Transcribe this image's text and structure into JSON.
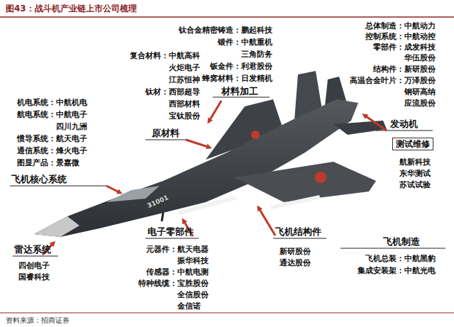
{
  "diagram": {
    "title": "图43：战斗机产业链上市公司梳理",
    "caption": "资料来源：招商证券",
    "labels": [
      "钛合金精密铸造：鹏起科技",
      "锻件：中航重机",
      "三角防务",
      "钣金件：利君股份",
      "蜂窝材料：日发精机",
      "材料加工",
      "总体制造：中航动力",
      "控制系统：中航动控",
      "零部件：成发科技",
      "华伍股份",
      "结构件：新研股份",
      "高温合金叶片：万泽股份",
      "钢研高纳",
      "应流股份",
      "发动机",
      "复合材料：中航高科",
      "火炬电子",
      "江苏恒神",
      "钛材：西部超导",
      "西部材料",
      "宝钛股份",
      "原材料",
      "机电系统：中航机电",
      "航电系统：中航电子",
      "四川九洲",
      "惯导系统：航天电子",
      "通信系统：烽火电子",
      "图显产品：景嘉微",
      "飞机核心系统",
      "测试维修",
      "航新科技",
      "东华测试",
      "苏试试验",
      "雷达系统",
      "四创电子",
      "国睿科技",
      "电子零部件",
      "元器件：航天电器",
      "振华科技",
      "传感器：中航电测",
      "特种线缆：宝胜股份",
      "全信股份",
      "金信诺",
      "飞机结构件",
      "新研股份",
      "通达股份",
      "飞机制造",
      "飞机总装：中航黑豹",
      "集成安装架：中航光电",
      "31001"
    ]
  }
}
